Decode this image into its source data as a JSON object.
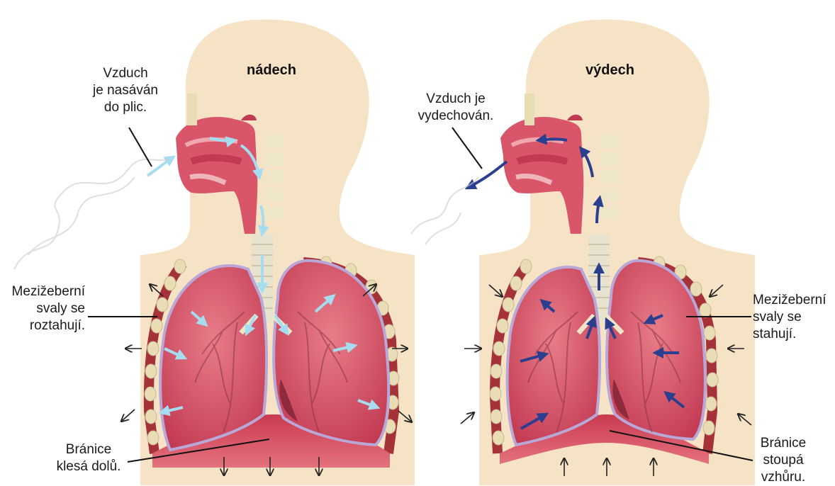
{
  "panels": {
    "inhale": {
      "title": "nádech",
      "air_label": "Vzduch\nje nasáván\ndo plic.",
      "muscles_label": "Mezižeberní\nsvaly se\nroztahují.",
      "diaphragm_label": "Bránice\nklesá dolů."
    },
    "exhale": {
      "title": "výdech",
      "air_label": "Vzduch je\nvydechován.",
      "muscles_label": "Mezižeberní\nsvaly se\nstahují.",
      "diaphragm_label": "Bránice\nstoupá\nvzhůru."
    }
  },
  "colors": {
    "body": "#f6e3c6",
    "lung": "#d9566a",
    "lung_dark": "#b8344c",
    "pleura": "#b9a7d8",
    "rib": "#e9ddb6",
    "rib_band": "#a43238",
    "inhale_arrow": "#a6dcf0",
    "exhale_arrow": "#2b3f8f",
    "trachea": "#e8e3cf"
  }
}
